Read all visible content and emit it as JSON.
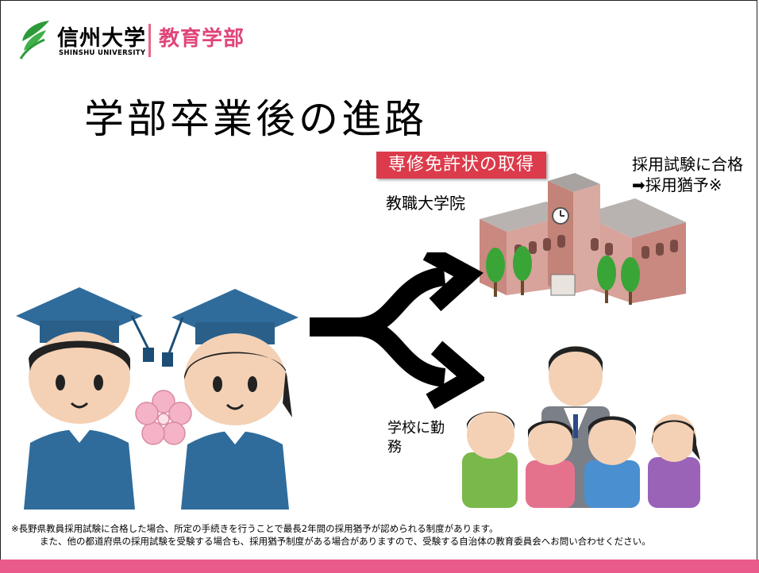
{
  "logo": {
    "university": "信州大学",
    "university_en": "SHINSHU UNIVERSITY",
    "department": "教育学部"
  },
  "title": "学部卒業後の進路",
  "badge": "専修免許状の取得",
  "grad_school": "教職大学院",
  "pass_line1": "採用試験に合格",
  "pass_line2": "➡採用猶予※",
  "work_line1": "学校に勤",
  "work_line2": "務",
  "footnote": {
    "line1": "※長野県教員採用試験に合格した場合、所定の手続きを行うことで最長2年間の採用猶予が認められる制度があります。",
    "line2": "また、他の都道府県の採用試験を受験する場合も、採用猶予制度がある場合がありますので、受験する自治体の教育委員会へお問い合わせください。"
  },
  "colors": {
    "accent_red": "#dc3b4b",
    "brand_pink": "#e0457a",
    "logo_green": "#2d9a3a",
    "footer_pink": "#e85b8a"
  }
}
